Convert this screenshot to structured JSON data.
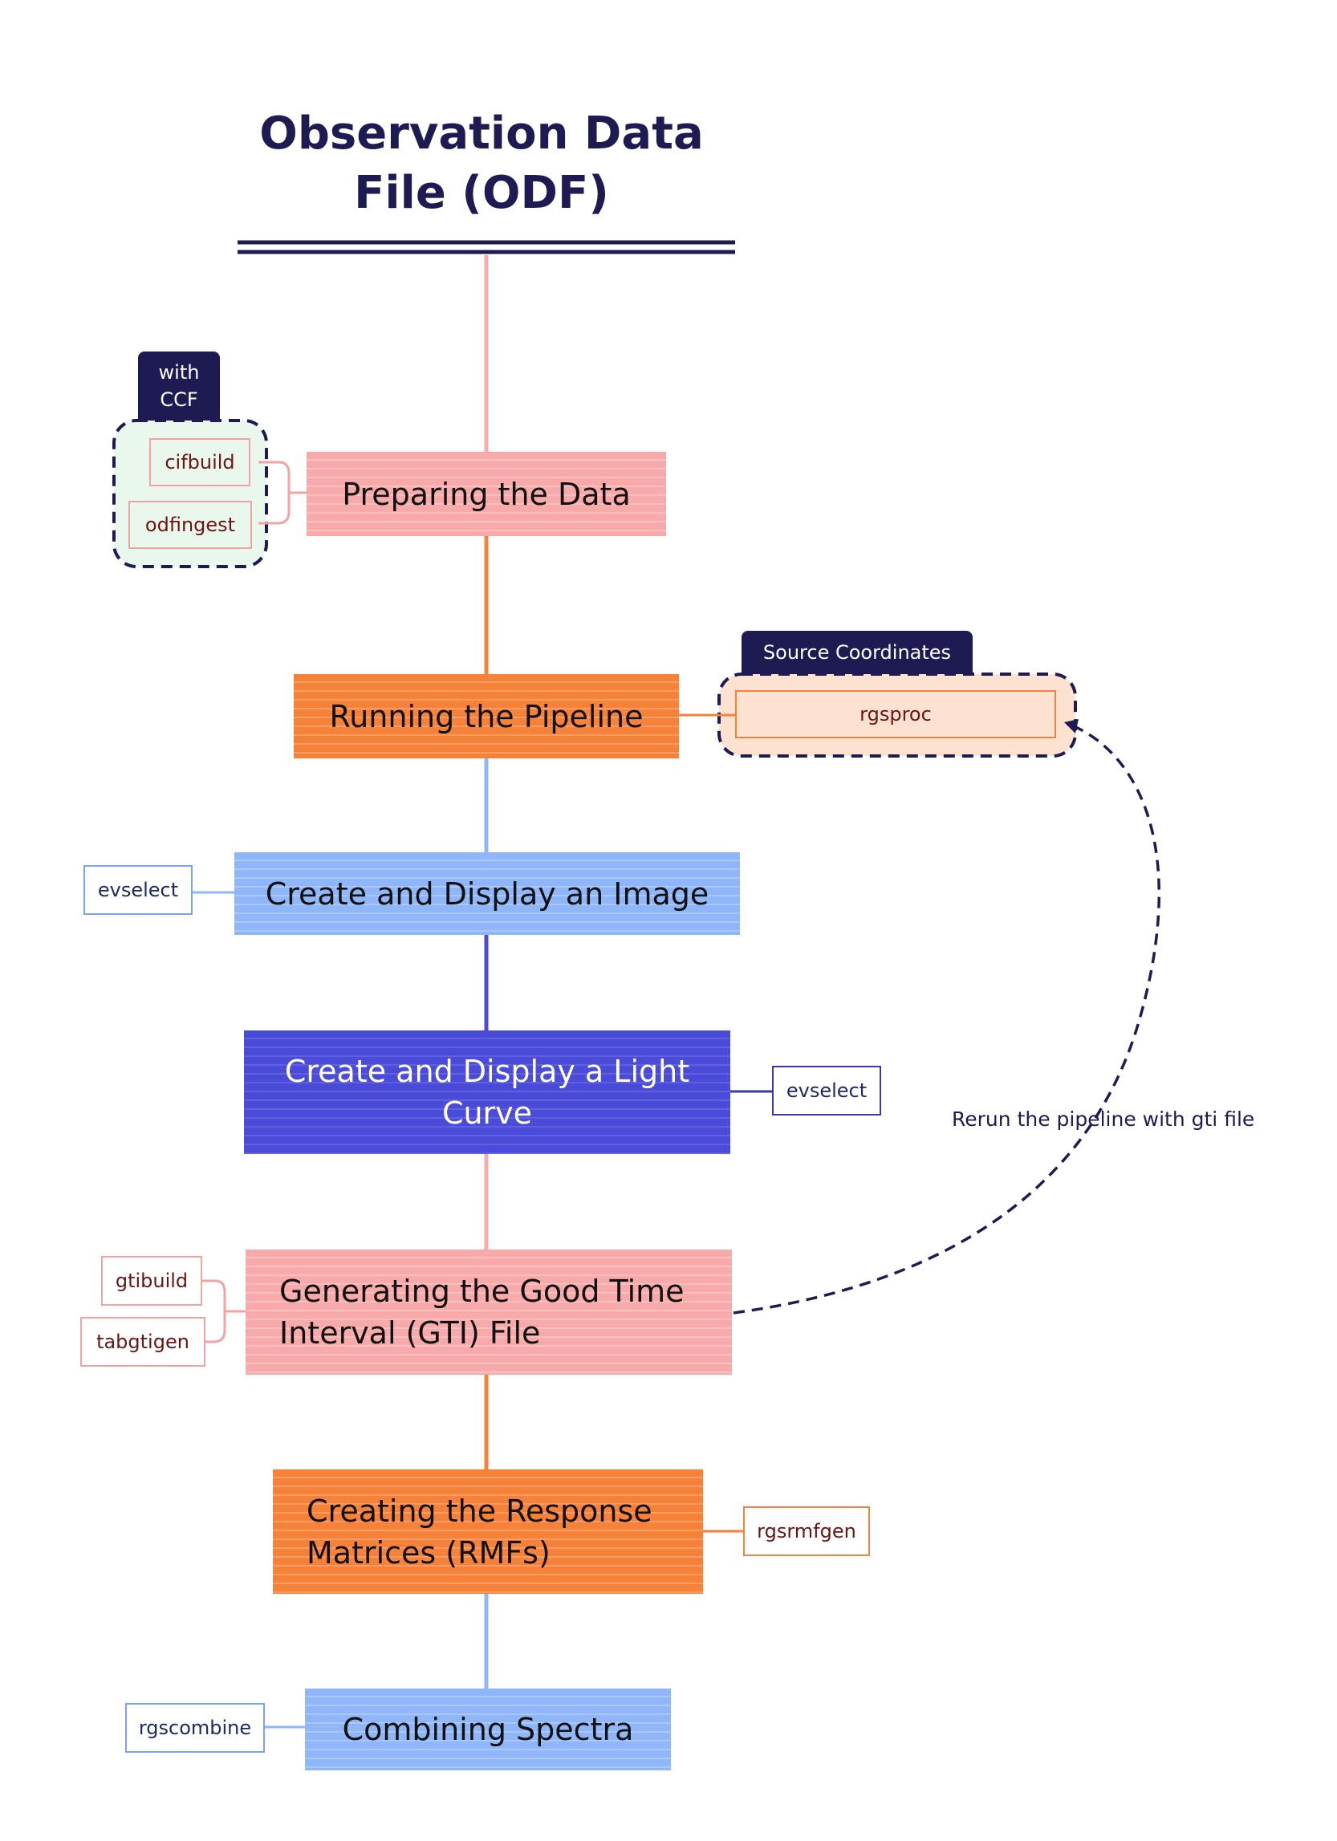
{
  "diagram": {
    "title_line1": "Observation Data",
    "title_line2": "File (ODF)",
    "steps": [
      {
        "label": "Preparing the Data",
        "color": "#f7aaa9"
      },
      {
        "label": "Running the Pipeline",
        "color": "#f6823a"
      },
      {
        "label": "Create and Display an Image",
        "color": "#8fb6f8"
      },
      {
        "label_line1": "Create and Display a Light",
        "label_line2": "Curve",
        "color": "#4a4bd8"
      },
      {
        "label_line1": "Generating the Good Time",
        "label_line2": "Interval (GTI) File",
        "color": "#f7aaa9"
      },
      {
        "label_line1": "Creating the Response",
        "label_line2": "Matrices (RMFs)",
        "color": "#f6823a"
      },
      {
        "label": "Combining Spectra",
        "color": "#8fb6f8"
      }
    ],
    "groups": {
      "ccf": {
        "tag": [
          "with",
          "CCF"
        ],
        "tools": [
          "cifbuild",
          "odfingest"
        ]
      },
      "source": {
        "tag": "Source Coordinates",
        "tool": "rgsproc"
      }
    },
    "tools": {
      "image": "evselect",
      "lightcurve": "evselect",
      "gti": [
        "gtibuild",
        "tabgtigen"
      ],
      "rmf": "rgsrmfgen",
      "combine": "rgscombine"
    },
    "loop_note": "Rerun the pipeline with gti file",
    "colors": {
      "navy": "#1d1b52",
      "pink": "#f7aaa9",
      "orange": "#f6823a",
      "light_blue": "#8fb6f8",
      "dark_blue": "#4a4bd8"
    }
  }
}
